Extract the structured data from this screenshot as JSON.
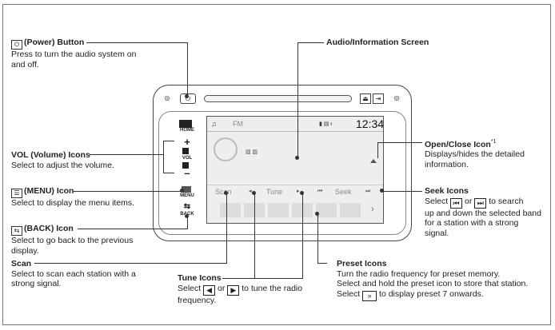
{
  "callouts": {
    "power": {
      "title": "(Power) Button",
      "desc1": "Press to turn the audio system on",
      "desc2": "and off."
    },
    "screen": {
      "title": "Audio/Information Screen"
    },
    "vol": {
      "title": "VOL (Volume) Icons",
      "desc1": "Select to adjust the volume."
    },
    "menu": {
      "title": "(MENU) Icon",
      "desc1": "Select to display the menu items."
    },
    "back": {
      "title": "(BACK) Icon",
      "desc1": "Select to go back to the previous",
      "desc2": "display."
    },
    "scan": {
      "title": "Scan",
      "desc1": "Select to scan each station with a",
      "desc2": "strong signal."
    },
    "tune": {
      "title": "Tune Icons",
      "desc_a": "Select",
      "desc_or": "or",
      "desc_b": "to tune the radio",
      "desc2": "frequency."
    },
    "open_close": {
      "title": "Open/Close Icon",
      "sup": "*1",
      "desc1": "Displays/hides the detailed",
      "desc2": "information."
    },
    "seek": {
      "title": "Seek Icons",
      "desc_a": "Select",
      "desc_or": "or",
      "desc_b": "to search",
      "desc2": "up and down the selected band",
      "desc3": "for a station with a strong",
      "desc4": "signal."
    },
    "preset": {
      "title": "Preset Icons",
      "desc1": "Turn the radio frequency for preset memory.",
      "desc2": "Select and hold the preset icon to store that station.",
      "desc3_a": "Select",
      "desc3_b": "to display preset 7 onwards."
    }
  },
  "icons": {
    "power": "power-icon",
    "menu": "menu-icon",
    "back": "back-icon",
    "tune_left": "triangle-left-icon",
    "tune_right": "triangle-right-icon",
    "seek_left": "skip-back-icon",
    "seek_right": "skip-forward-icon",
    "next": "double-chevron-icon"
  },
  "unit": {
    "screen": {
      "band": "FM",
      "time": "12:34",
      "scan": "Scan",
      "tune": "Tune",
      "seek": "Seek"
    },
    "side": {
      "home": "HOME",
      "vol": "VOL",
      "menu": "MENU",
      "back": "BACK"
    }
  }
}
